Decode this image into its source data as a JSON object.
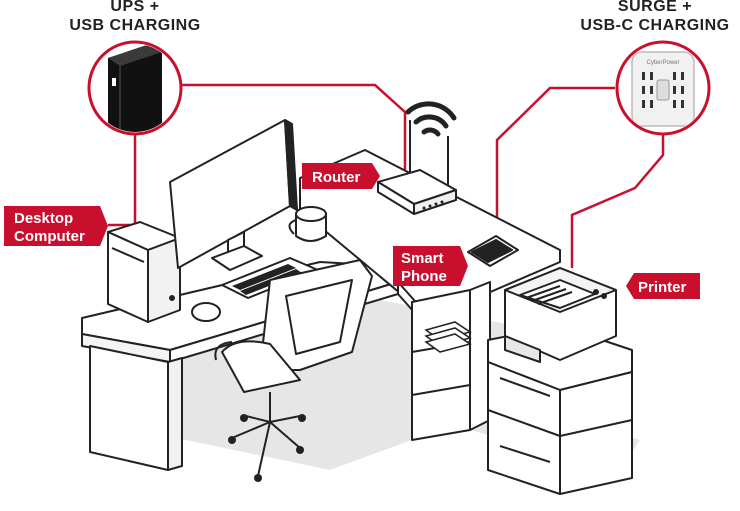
{
  "colors": {
    "accent": "#c8102e",
    "ink": "#222222",
    "shadow": "#e3e3e3"
  },
  "headings": {
    "ups_line1": "UPS +",
    "ups_line2": "USB CHARGING",
    "surge_line1": "SURGE +",
    "surge_line2": "USB-C CHARGING"
  },
  "labels": {
    "router": "Router",
    "desktop_line1": "Desktop",
    "desktop_line2": "Computer",
    "phone_line1": "Smart",
    "phone_line2": "Phone",
    "printer": "Printer"
  },
  "brand_mark": "CyberPower"
}
